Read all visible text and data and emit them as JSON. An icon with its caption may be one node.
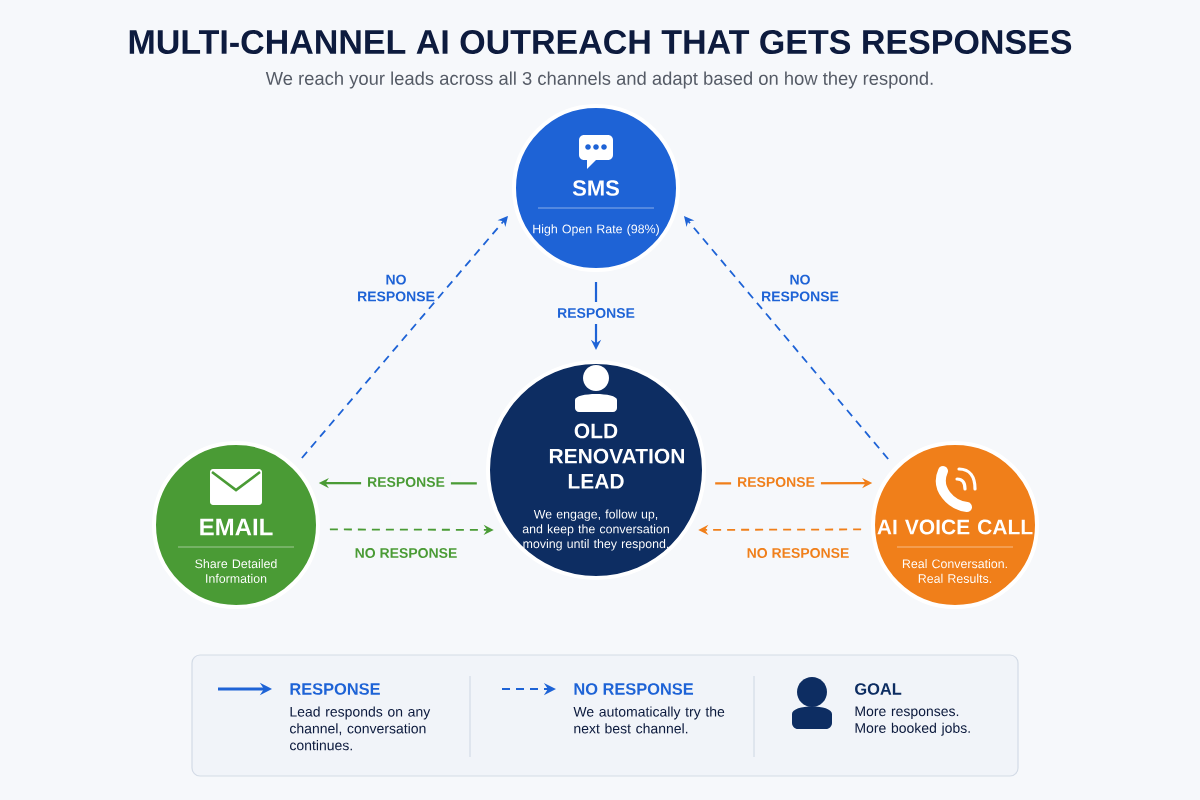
{
  "diagram": {
    "title": "MULTI-CHANNEL AI OUTREACH THAT GETS RESPONSES",
    "nodes": [
      {
        "text": [
          "SMS",
          "High Open Rate (98%)"
        ]
      },
      {
        "text": [
          "OLD RENOVATION LEAD",
          "We engage, follow up, and keep the conversation moving until they respond."
        ]
      },
      {
        "text": [
          "EMAIL",
          "Share Detailed Information"
        ]
      },
      {
        "text": [
          "AI VOICE CALL",
          "Real Conversation. Real Results."
        ]
      }
    ],
    "edges": [
      {
        "from": 0,
        "to": 1,
        "arrow": "to",
        "label": "RESPONSE"
      },
      {
        "from": 2,
        "to": 0,
        "arrow": "to",
        "label": "NO RESPONSE",
        "style": "dashed"
      },
      {
        "from": 3,
        "to": 0,
        "arrow": "to",
        "label": "NO RESPONSE",
        "style": "dashed"
      },
      {
        "from": 1,
        "to": 2,
        "arrow": "to",
        "label": "RESPONSE",
        "color": "#4a9b35"
      },
      {
        "from": 2,
        "to": 1,
        "arrow": "to",
        "label": "NO RESPONSE",
        "style": "dashed",
        "color": "#4a9b35"
      },
      {
        "from": 1,
        "to": 3,
        "arrow": "to",
        "label": "RESPONSE",
        "color": "#f07f1a"
      },
      {
        "from": 3,
        "to": 1,
        "arrow": "to",
        "label": "NO RESPONSE",
        "style": "dashed",
        "color": "#f07f1a"
      }
    ],
    "labels": [
      "We reach your leads across all 3 channels and adapt based on how they respond.",
      "Lead responds on any channel, conversation continues.",
      "We automatically try the next best channel.",
      "GOAL",
      "More responses. More booked jobs."
    ],
    "legend": [
      {
        "text": "RESPONSE"
      },
      {
        "text": "NO RESPONSE"
      }
    ]
  }
}
